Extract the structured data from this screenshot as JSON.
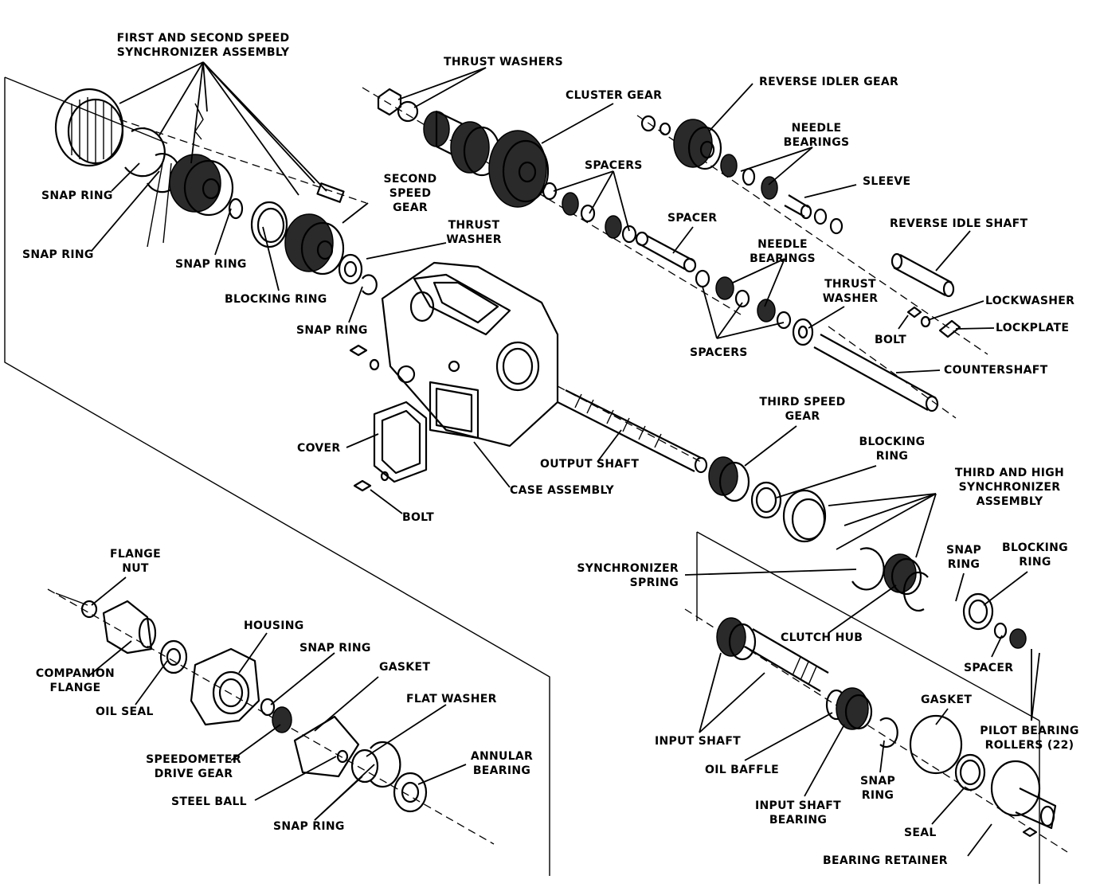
{
  "labels": {
    "first_second_synchro": "FIRST AND SECOND SPEED\nSYNCHRONIZER ASSEMBLY",
    "thrust_washers": "THRUST WASHERS",
    "cluster_gear": "CLUSTER GEAR",
    "reverse_idler_gear": "REVERSE IDLER GEAR",
    "needle_bearings_top": "NEEDLE\nBEARINGS",
    "sleeve": "SLEEVE",
    "spacers_top": "SPACERS",
    "second_speed_gear": "SECOND\nSPEED\nGEAR",
    "snap_ring_1": "SNAP RING",
    "snap_ring_2": "SNAP RING",
    "snap_ring_3": "SNAP RING",
    "thrust_washer_1": "THRUST\nWASHER",
    "spacer": "SPACER",
    "reverse_idle_shaft": "REVERSE IDLE SHAFT",
    "needle_bearings_mid": "NEEDLE\nBEARINGS",
    "thrust_washer_2": "THRUST\nWASHER",
    "lockwasher": "LOCKWASHER",
    "blocking_ring_1": "BLOCKING RING",
    "snap_ring_4": "SNAP RING",
    "bolt_1": "BOLT",
    "lockplate": "LOCKPLATE",
    "spacers_mid": "SPACERS",
    "countershaft": "COUNTERSHAFT",
    "third_speed_gear": "THIRD SPEED\nGEAR",
    "cover": "COVER",
    "blocking_ring_2": "BLOCKING\nRING",
    "output_shaft": "OUTPUT SHAFT",
    "third_high_synchro": "THIRD AND HIGH\nSYNCHRONIZER\nASSEMBLY",
    "case_assembly": "CASE ASSEMBLY",
    "bolt_2": "BOLT",
    "flange_nut": "FLANGE\nNUT",
    "synchronizer_spring": "SYNCHRONIZER\nSPRING",
    "snap_ring_5": "SNAP\nRING",
    "blocking_ring_3": "BLOCKING\nRING",
    "housing": "HOUSING",
    "clutch_hub": "CLUTCH HUB",
    "snap_ring_6": "SNAP RING",
    "companion_flange": "COMPANION\nFLANGE",
    "spacer_2": "SPACER",
    "gasket_1": "GASKET",
    "oil_seal": "OIL SEAL",
    "flat_washer": "FLAT WASHER",
    "gasket_2": "GASKET",
    "input_shaft": "INPUT SHAFT",
    "pilot_bearing_rollers": "PILOT BEARING\nROLLERS (22)",
    "speedometer_drive_gear": "SPEEDOMETER\nDRIVE GEAR",
    "annular_bearing": "ANNULAR\nBEARING",
    "oil_baffle": "OIL BAFFLE",
    "steel_ball": "STEEL BALL",
    "snap_ring_7": "SNAP\nRING",
    "input_shaft_bearing": "INPUT SHAFT\nBEARING",
    "snap_ring_8": "SNAP RING",
    "seal": "SEAL",
    "bearing_retainer": "BEARING RETAINER"
  }
}
